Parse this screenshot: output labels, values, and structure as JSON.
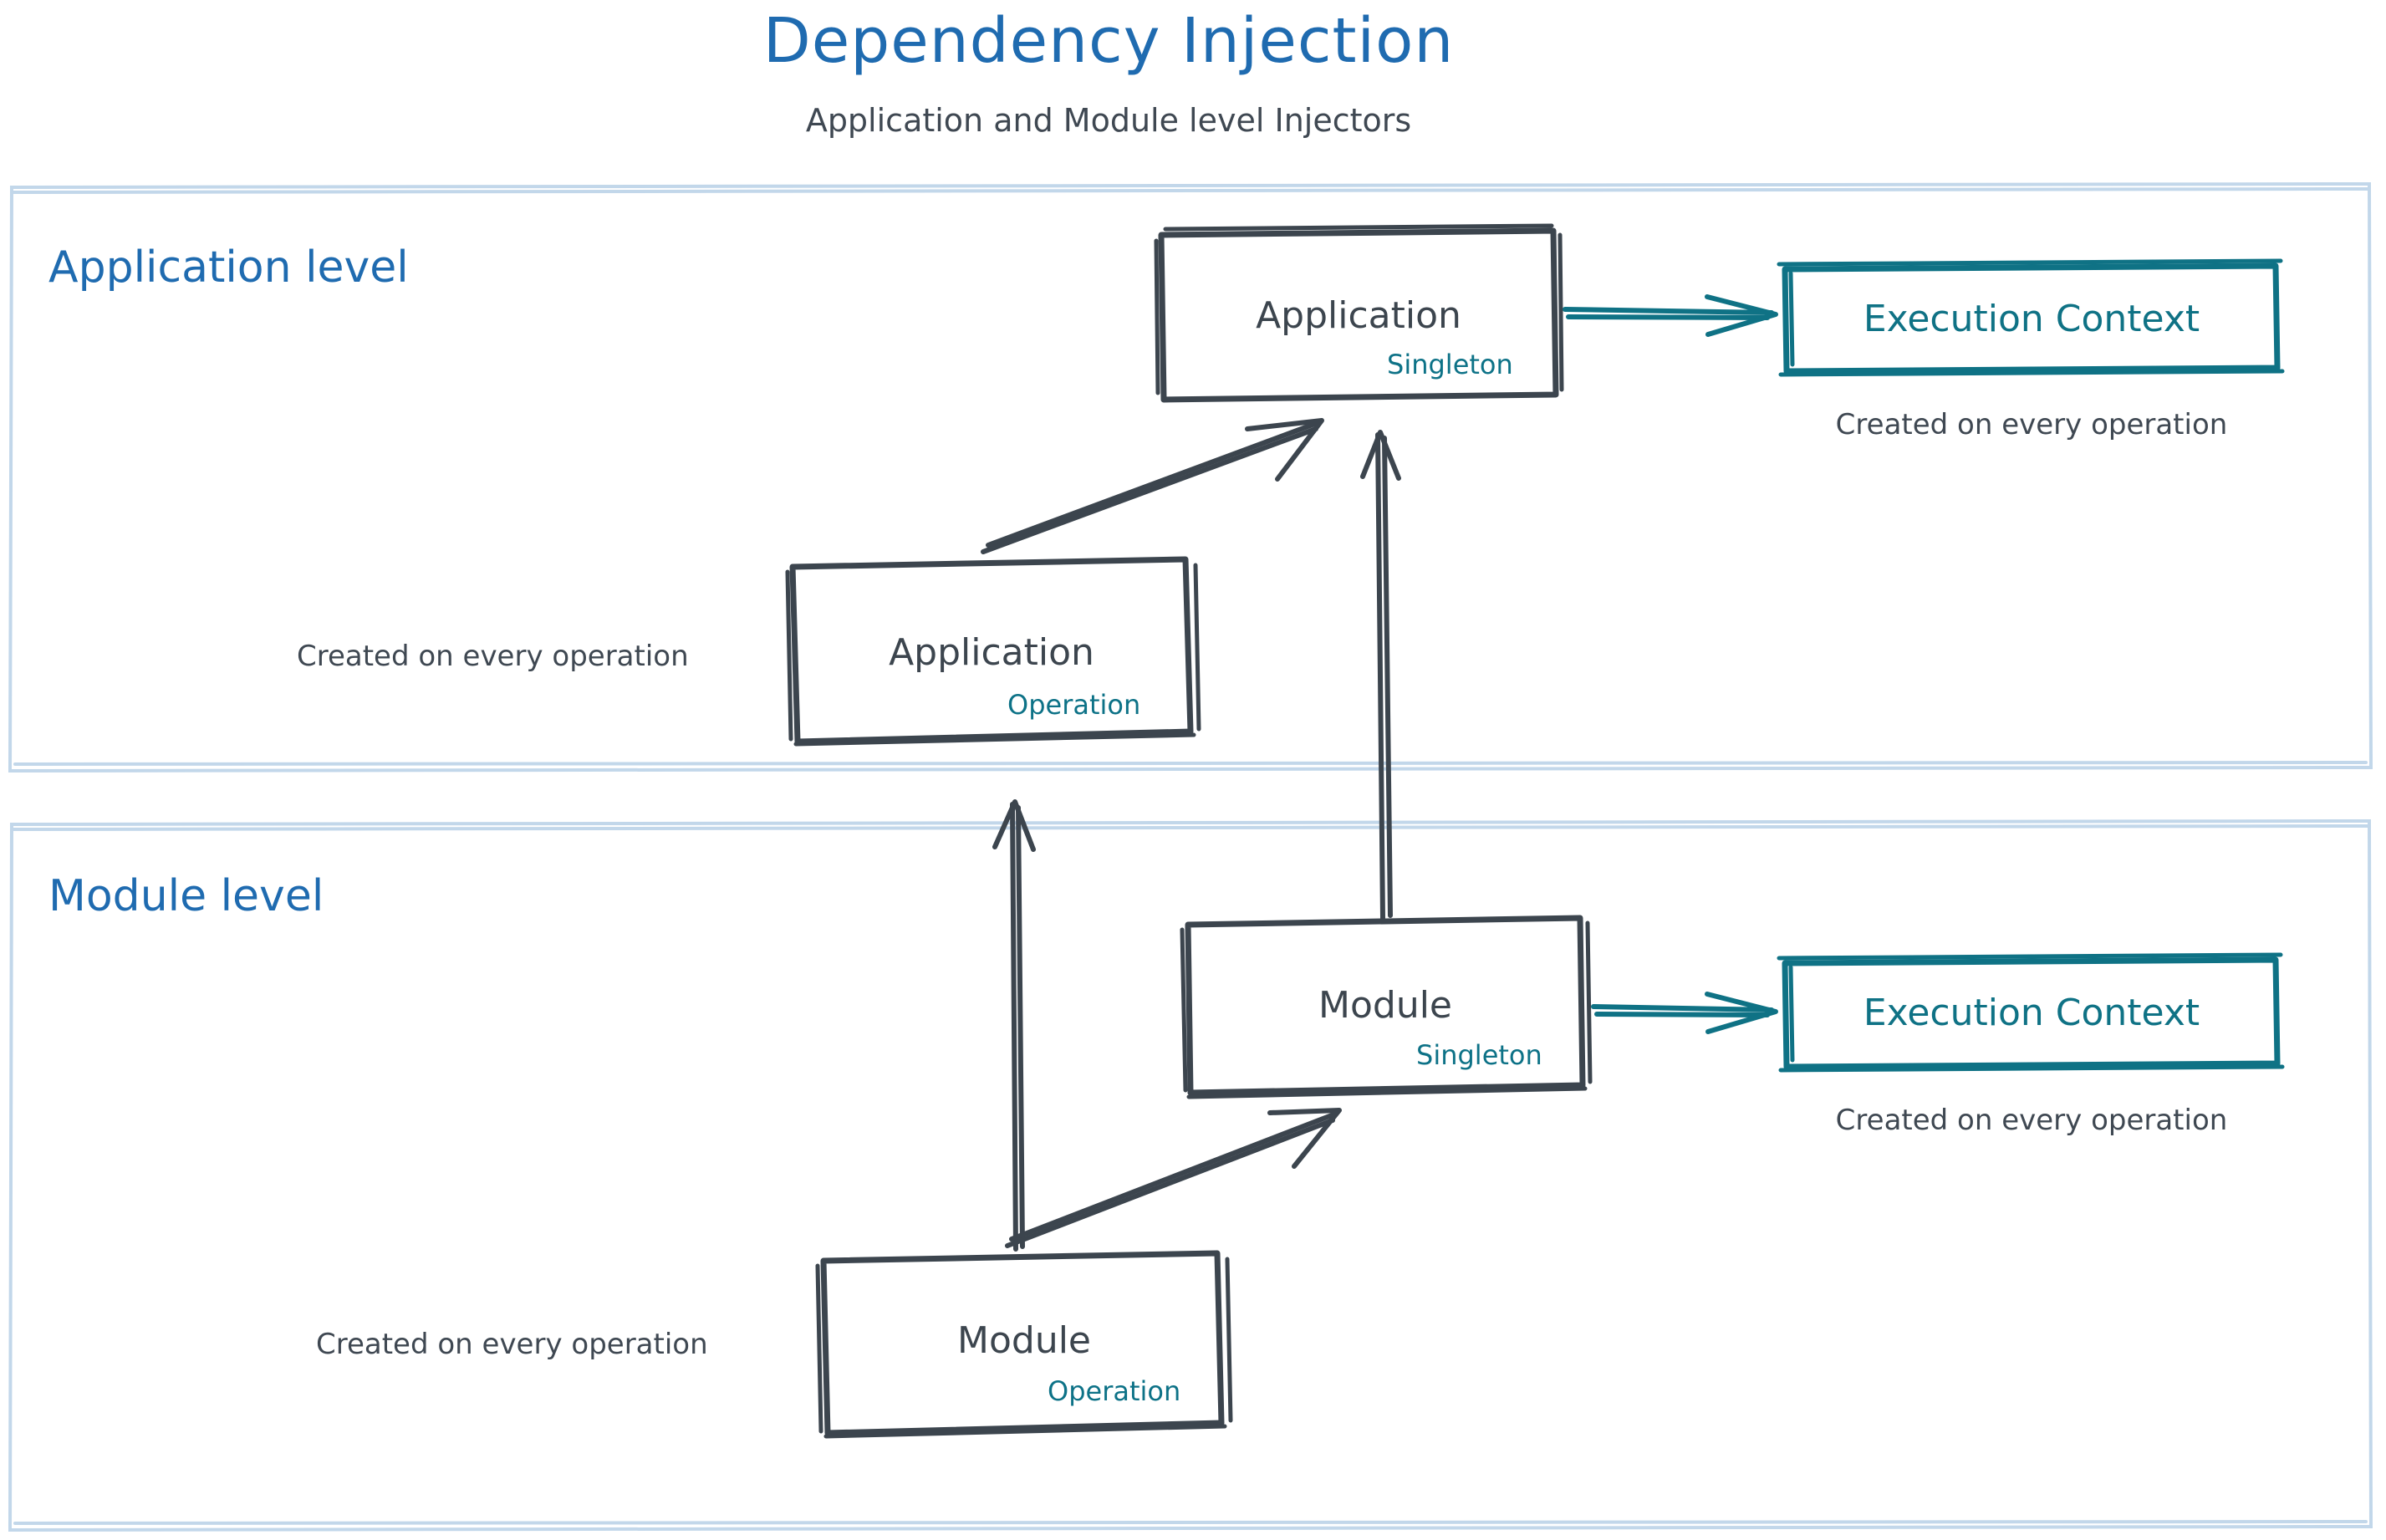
{
  "header": {
    "title": "Dependency Injection",
    "subtitle": "Application and Module level Injectors"
  },
  "colors": {
    "title_blue": "#1f6bb0",
    "panel_border": "#c2d7ea",
    "sketch_dark": "#3c454e",
    "teal": "#0f7285",
    "text_dark": "#3f4852"
  },
  "panels": [
    {
      "id": "application-level",
      "label": "Application level",
      "nodes": [
        {
          "id": "application-singleton",
          "title": "Application",
          "scope": "Singleton",
          "style": "sketch-dark"
        },
        {
          "id": "application-execution-context",
          "title": "Execution Context",
          "scope": "",
          "style": "sketch-teal",
          "caption": "Created on every operation"
        },
        {
          "id": "application-operation",
          "title": "Application",
          "scope": "Operation",
          "style": "sketch-dark",
          "caption": "Created on every operation"
        }
      ]
    },
    {
      "id": "module-level",
      "label": "Module level",
      "nodes": [
        {
          "id": "module-singleton",
          "title": "Module",
          "scope": "Singleton",
          "style": "sketch-dark"
        },
        {
          "id": "module-execution-context",
          "title": "Execution Context",
          "scope": "",
          "style": "sketch-teal",
          "caption": "Created on every operation"
        },
        {
          "id": "module-operation",
          "title": "Module",
          "scope": "Operation",
          "style": "sketch-dark",
          "caption": "Created on every operation"
        }
      ]
    }
  ],
  "captions": {
    "app_exec_ctx": "Created on every operation",
    "app_operation": "Created on every operation",
    "mod_exec_ctx": "Created on every operation",
    "mod_operation": "Created on every operation"
  },
  "edges": [
    {
      "id": "app-operation-to-app-singleton",
      "from": "application-operation",
      "to": "application-singleton",
      "color": "#3c454e",
      "kind": "diagonal-arrow"
    },
    {
      "id": "app-singleton-to-app-exec-context",
      "from": "application-singleton",
      "to": "application-execution-context",
      "color": "#0f7285",
      "kind": "horizontal-arrow"
    },
    {
      "id": "module-singleton-to-app-singleton",
      "from": "module-singleton",
      "to": "application-singleton",
      "color": "#3c454e",
      "kind": "vertical-arrow"
    },
    {
      "id": "module-operation-to-app-operation",
      "from": "module-operation",
      "to": "application-operation",
      "color": "#3c454e",
      "kind": "vertical-arrow"
    },
    {
      "id": "module-operation-to-module-singleton",
      "from": "module-operation",
      "to": "module-singleton",
      "color": "#3c454e",
      "kind": "diagonal-arrow"
    },
    {
      "id": "module-singleton-to-module-exec-context",
      "from": "module-singleton",
      "to": "module-execution-context",
      "color": "#0f7285",
      "kind": "horizontal-arrow"
    }
  ]
}
